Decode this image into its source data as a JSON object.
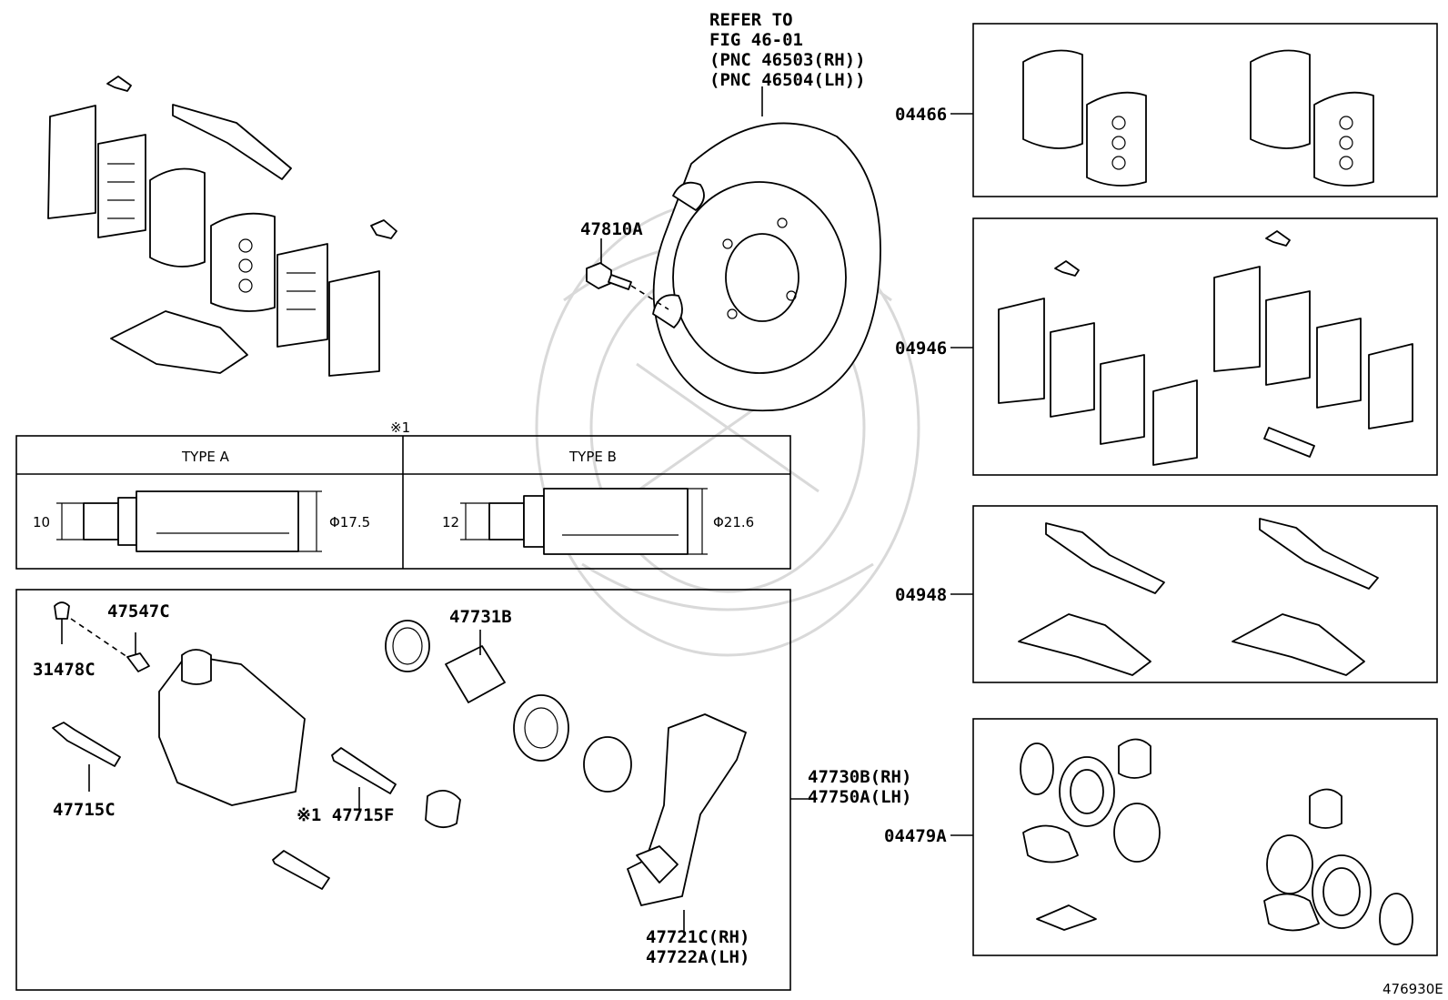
{
  "refer_note": {
    "line1": "REFER TO",
    "line2": "FIG 46-01",
    "line3": "(PNC 46503(RH))",
    "line4": "(PNC 46504(LH))"
  },
  "parts": {
    "p47810A": "47810A",
    "p04466": "04466",
    "p04946": "04946",
    "p04948": "04948",
    "p04479A": "04479A",
    "p47547C": "47547C",
    "p31478C": "31478C",
    "p47731B": "47731B",
    "p47715C": "47715C",
    "p47715F": "※1 47715F",
    "p47730B": "47730B(RH)",
    "p47750A": "47750A(LH)",
    "p47721C": "47721C(RH)",
    "p47722A": "47722A(LH)"
  },
  "type_table": {
    "marker": "※1",
    "type_a": {
      "header": "TYPE A",
      "dim_small": "10",
      "dim_dia": "Φ17.5"
    },
    "type_b": {
      "header": "TYPE B",
      "dim_small": "12",
      "dim_dia": "Φ21.6"
    }
  },
  "figure_id": "476930E"
}
